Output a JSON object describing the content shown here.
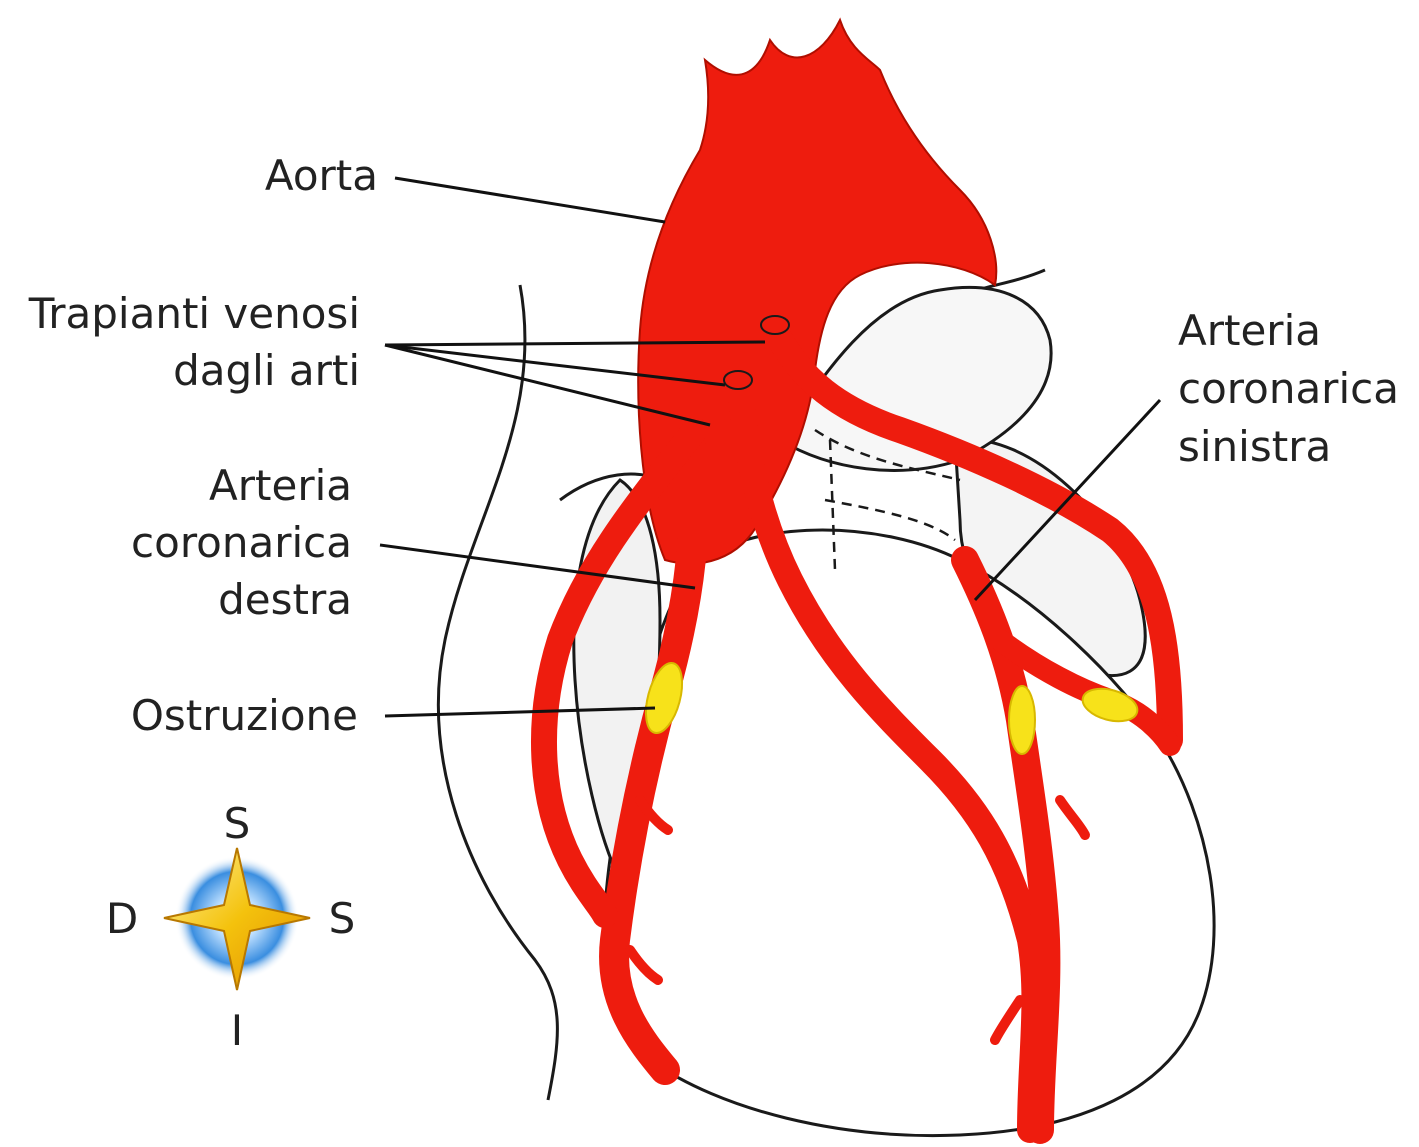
{
  "labels": {
    "aorta": "Aorta",
    "grafts": [
      "Trapianti venosi",
      "dagli arti"
    ],
    "right_coronary": [
      "Arteria",
      "coronarica",
      "destra"
    ],
    "obstruction": "Ostruzione",
    "left_coronary": [
      "Arteria",
      "coronarica",
      "sinistra"
    ]
  },
  "compass": {
    "top": "S",
    "left": "D",
    "right": "S",
    "bottom": "I"
  },
  "colors": {
    "artery_red": "#ee1c0e",
    "outline": "#1a1a1a",
    "obstruction_yellow": "#f7e21a",
    "star_gold": "#f4c20d",
    "star_glow": "#3a8ee0"
  }
}
